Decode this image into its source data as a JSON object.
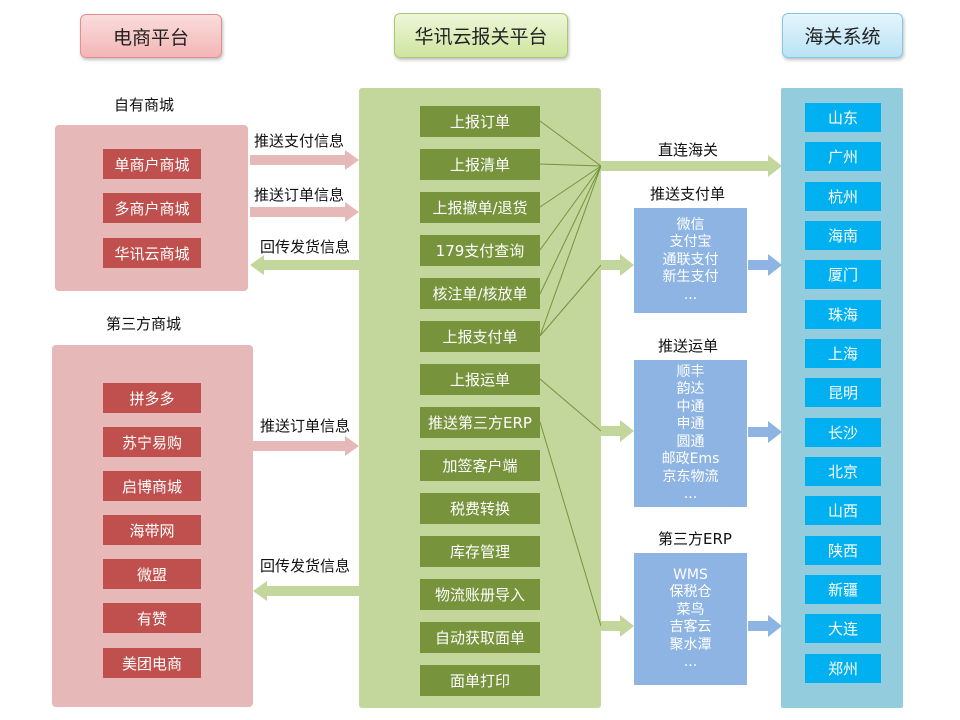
{
  "headers": {
    "ecommerce": "电商平台",
    "cloud": "华讯云报关平台",
    "customs": "海关系统"
  },
  "own_mall": {
    "label": "自有商城",
    "items": [
      "单商户商城",
      "多商户商城",
      "华讯云商城"
    ]
  },
  "third_mall": {
    "label": "第三方商城",
    "items": [
      "拼多多",
      "苏宁易购",
      "启博商城",
      "海带网",
      "微盟",
      "有赞",
      "美团电商"
    ]
  },
  "arrows": {
    "push_payment": "推送支付信息",
    "push_order_1": "推送订单信息",
    "return_ship_1": "回传发货信息",
    "push_order_2": "推送订单信息",
    "return_ship_2": "回传发货信息",
    "direct_customs": "直连海关"
  },
  "cloud_functions": [
    "上报订单",
    "上报清单",
    "上报撤单/退货",
    "179支付查询",
    "核注单/核放单",
    "上报支付单",
    "上报运单",
    "推送第三方ERP",
    "加签客户端",
    "税费转换",
    "库存管理",
    "物流账册导入",
    "自动获取面单",
    "面单打印"
  ],
  "payment_box": {
    "title": "推送支付单",
    "items": [
      "微信",
      "支付宝",
      "通联支付",
      "新生支付",
      "..."
    ]
  },
  "waybill_box": {
    "title": "推送运单",
    "items": [
      "顺丰",
      "韵达",
      "中通",
      "申通",
      "圆通",
      "邮政Ems",
      "京东物流",
      "..."
    ]
  },
  "erp_box": {
    "title": "第三方ERP",
    "items": [
      "WMS",
      "保税仓",
      "菜鸟",
      "吉客云",
      "聚水潭",
      "..."
    ]
  },
  "customs_regions": [
    "山东",
    "广州",
    "杭州",
    "海南",
    "厦门",
    "珠海",
    "上海",
    "昆明",
    "长沙",
    "北京",
    "山西",
    "陕西",
    "新疆",
    "大连",
    "郑州"
  ],
  "colors": {
    "pink_panel": "#e6b8b7",
    "red_button": "#c0504d",
    "green_panel": "#c3d69b",
    "green_button": "#77933c",
    "green_arrow": "#c3d69b",
    "blue_panel": "#93cddd",
    "blue_button": "#00b0f0",
    "list_box": "#8db4e2"
  }
}
